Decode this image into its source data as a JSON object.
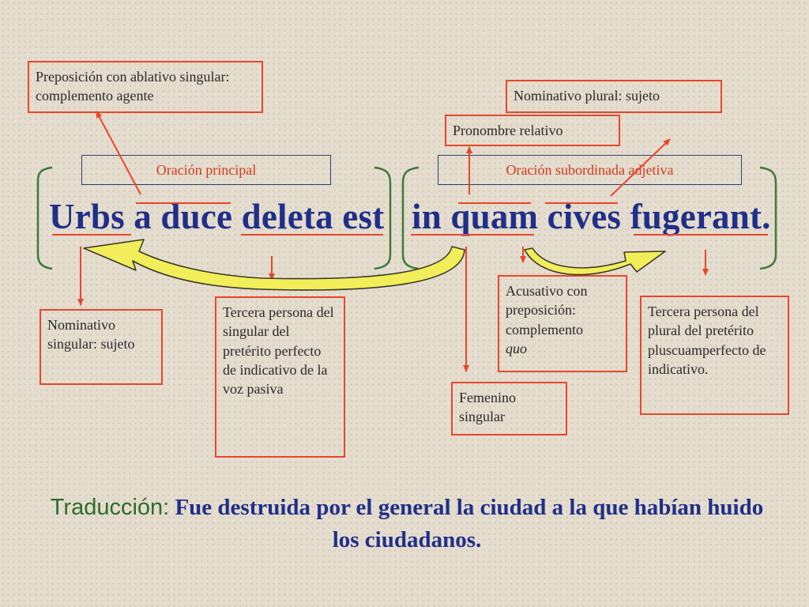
{
  "notes": {
    "preposicion": "Preposición con ablativo singular: complemento agente",
    "nominativo_plural": "Nominativo plural: sujeto",
    "pronombre": "Pronombre relativo",
    "nominativo_singular": "Nominativo singular: sujeto",
    "tercera_singular": "Tercera persona del singular del pretérito perfecto de indicativo de la voz pasiva",
    "acusativo_text": "Acusativo con preposición: complemento",
    "acusativo_italic": "quo",
    "femenino": "Femenino singular",
    "tercera_plural": "Tercera persona del plural del pretérito pluscuamperfecto de indicativo."
  },
  "labels": {
    "principal": "Oración principal",
    "subordinada": "Oración subordinada adjetiva"
  },
  "sentence": {
    "main": "Urbs a duce deleta est",
    "sub": "in quam cives fugerant."
  },
  "translation": {
    "label": "Traducción:",
    "text": "Fue destruida por el general la ciudad a la que habían huido los ciudadanos."
  },
  "colors": {
    "accent_red": "#e8462c",
    "latin_blue": "#1f2f8a",
    "bracket_green": "#3a7a3a",
    "arrow_yellow": "#f2ee5a"
  }
}
